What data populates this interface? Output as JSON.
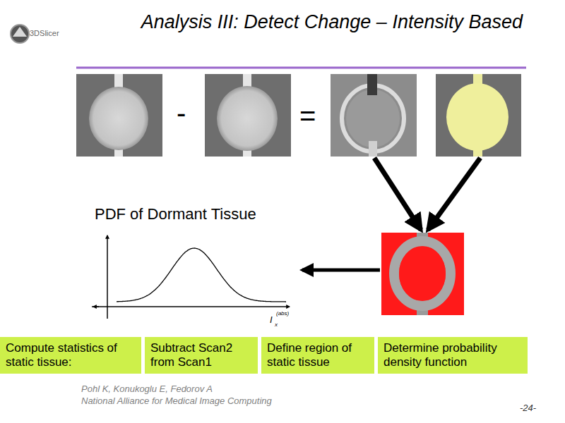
{
  "diagram": {
    "title": "Analysis III: Detect Change – Intensity Based",
    "nodes": [
      {
        "text": [
          "Compute statistics of static tissue:"
        ]
      },
      {
        "text": [
          "Subtract Scan2 from Scan1"
        ]
      },
      {
        "text": [
          "Define region of static tissue"
        ]
      },
      {
        "text": [
          "Determine probability density function"
        ]
      }
    ],
    "labels": [
      "3DSlicer",
      "-",
      "=",
      "PDF of Dormant Tissue",
      "I",
      "(abs)",
      "x",
      "Pohl K, Konukoglu E, Fedorov A",
      "National Alliance for Medical Image Computing",
      "-24-"
    ]
  }
}
